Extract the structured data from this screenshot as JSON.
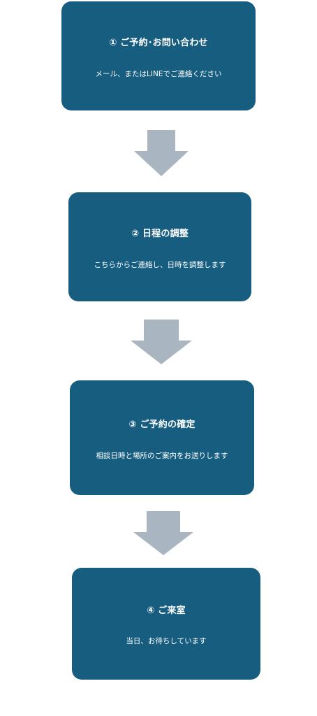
{
  "colors": {
    "box": "#175d7f",
    "text": "#ffffff",
    "arrow": "#a9b6c1",
    "background": "#ffffff"
  },
  "steps": [
    {
      "title": "① ご予約･お問い合わせ",
      "description": "メール、またはLINEでご連絡ください"
    },
    {
      "title": "② 日程の調整",
      "description": "こちらからご連絡し、日時を調整します"
    },
    {
      "title": "③ ご予約の確定",
      "description": "相談日時と場所のご案内をお送りします"
    },
    {
      "title": "④ ご来室",
      "description": "当日、お待ちしています"
    }
  ],
  "arrows": [
    {
      "icon": "down-arrow-icon"
    },
    {
      "icon": "down-arrow-icon"
    },
    {
      "icon": "down-arrow-icon"
    }
  ]
}
